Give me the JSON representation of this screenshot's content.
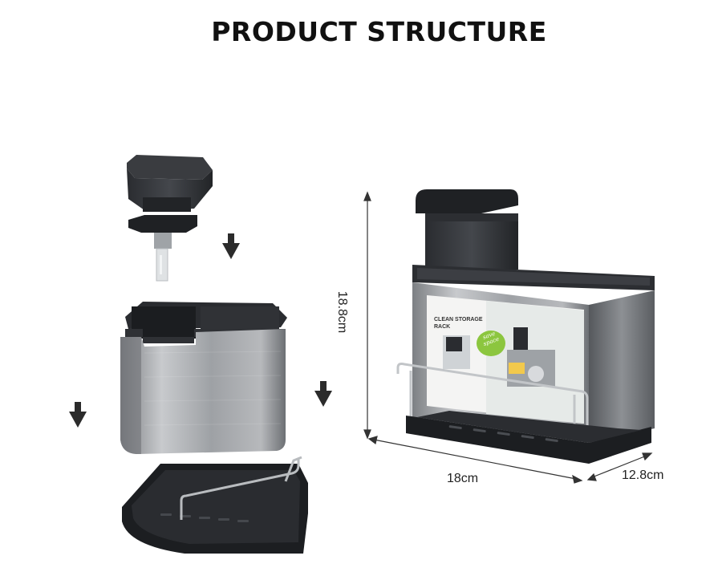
{
  "title": "PRODUCT STRUCTURE",
  "dimensions": {
    "height": "18.8cm",
    "width": "18cm",
    "depth": "12.8cm"
  },
  "package": {
    "title_line1": "CLEAN STORAGE",
    "title_line2": "RACK",
    "badge_line1": "save",
    "badge_line2": "space"
  },
  "icons": [
    "down-arrow-icon",
    "dimension-arrow-icon"
  ],
  "colors": {
    "plastic": "#2a2c30",
    "steel": "#a9abae",
    "arrow": "#2b2b2b"
  }
}
